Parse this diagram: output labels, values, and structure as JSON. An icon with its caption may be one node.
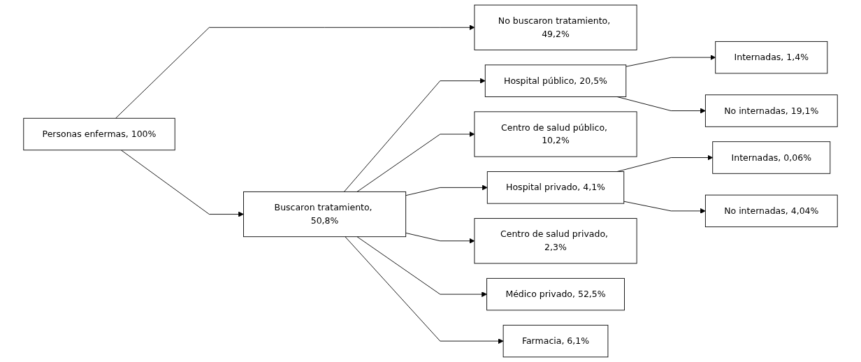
{
  "diagram": {
    "nodes": [
      {
        "text": [
          "Personas enfermas, 100%"
        ]
      },
      {
        "text": [
          "Buscaron tratamiento, 50,8%"
        ]
      },
      {
        "text": [
          "No buscaron tratamiento, 49,2%"
        ]
      },
      {
        "text": [
          "Hospital público, 20,5%"
        ]
      },
      {
        "text": [
          "Centro de salud público, 10,2%"
        ]
      },
      {
        "text": [
          "Hospital privado, 4,1%"
        ]
      },
      {
        "text": [
          "Centro de salud privado, 2,3%"
        ]
      },
      {
        "text": [
          "Médico privado, 52,5%"
        ]
      },
      {
        "text": [
          "Farmacia, 6,1%"
        ]
      },
      {
        "text": [
          "Internadas, 1,4%"
        ]
      },
      {
        "text": [
          "No internadas, 19,1%"
        ]
      },
      {
        "text": [
          "Internadas, 0,06%"
        ]
      },
      {
        "text": [
          "No internadas, 4,04%"
        ]
      }
    ],
    "edges": [
      {
        "from": 0,
        "to": 1,
        "arrow": "to"
      },
      {
        "from": 0,
        "to": 2,
        "arrow": "to"
      },
      {
        "from": 1,
        "to": 3,
        "arrow": "to"
      },
      {
        "from": 1,
        "to": 4,
        "arrow": "to"
      },
      {
        "from": 1,
        "to": 5,
        "arrow": "to"
      },
      {
        "from": 1,
        "to": 6,
        "arrow": "to"
      },
      {
        "from": 1,
        "to": 7,
        "arrow": "to"
      },
      {
        "from": 1,
        "to": 8,
        "arrow": "to"
      },
      {
        "from": 3,
        "to": 9,
        "arrow": "to"
      },
      {
        "from": 3,
        "to": 10,
        "arrow": "to"
      },
      {
        "from": 5,
        "to": 11,
        "arrow": "to"
      },
      {
        "from": 5,
        "to": 12,
        "arrow": "to"
      }
    ]
  }
}
